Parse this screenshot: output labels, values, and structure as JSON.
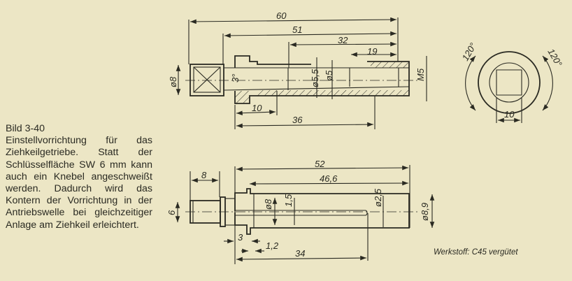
{
  "caption": {
    "title": "Bild 3-40",
    "text": "Einstellvorrichtung für das Ziehkeilgetriebe. Statt der Schlüsselfläche SW 6 mm kann auch ein Knebel angeschweißt werden. Dadurch wird das Kontern der Vorrichtung in der Antriebswelle bei gleichzeitiger Anlage am Ziehkeil erleichtert."
  },
  "material": "Werkstoff: C45 vergütet",
  "top_view": {
    "dims": {
      "d60": "60",
      "d51": "51",
      "d32": "32",
      "d19": "19",
      "d10": "10",
      "d36": "36",
      "dia8": "ø8",
      "angle3": "3°",
      "dia55": "ø5,5",
      "dia5": "ø5",
      "m5": "M5"
    }
  },
  "end_view": {
    "dims": {
      "a1": "120°",
      "a2": "120°",
      "w10": "10"
    }
  },
  "bottom_view": {
    "dims": {
      "d52": "52",
      "d466": "46,6",
      "d8": "8",
      "d6": "6",
      "dia8": "ø8",
      "d15": "1,5",
      "dia25": "ø2,5",
      "dia89": "ø8,9",
      "d3": "3",
      "d12": "1,2",
      "d34": "34"
    }
  }
}
